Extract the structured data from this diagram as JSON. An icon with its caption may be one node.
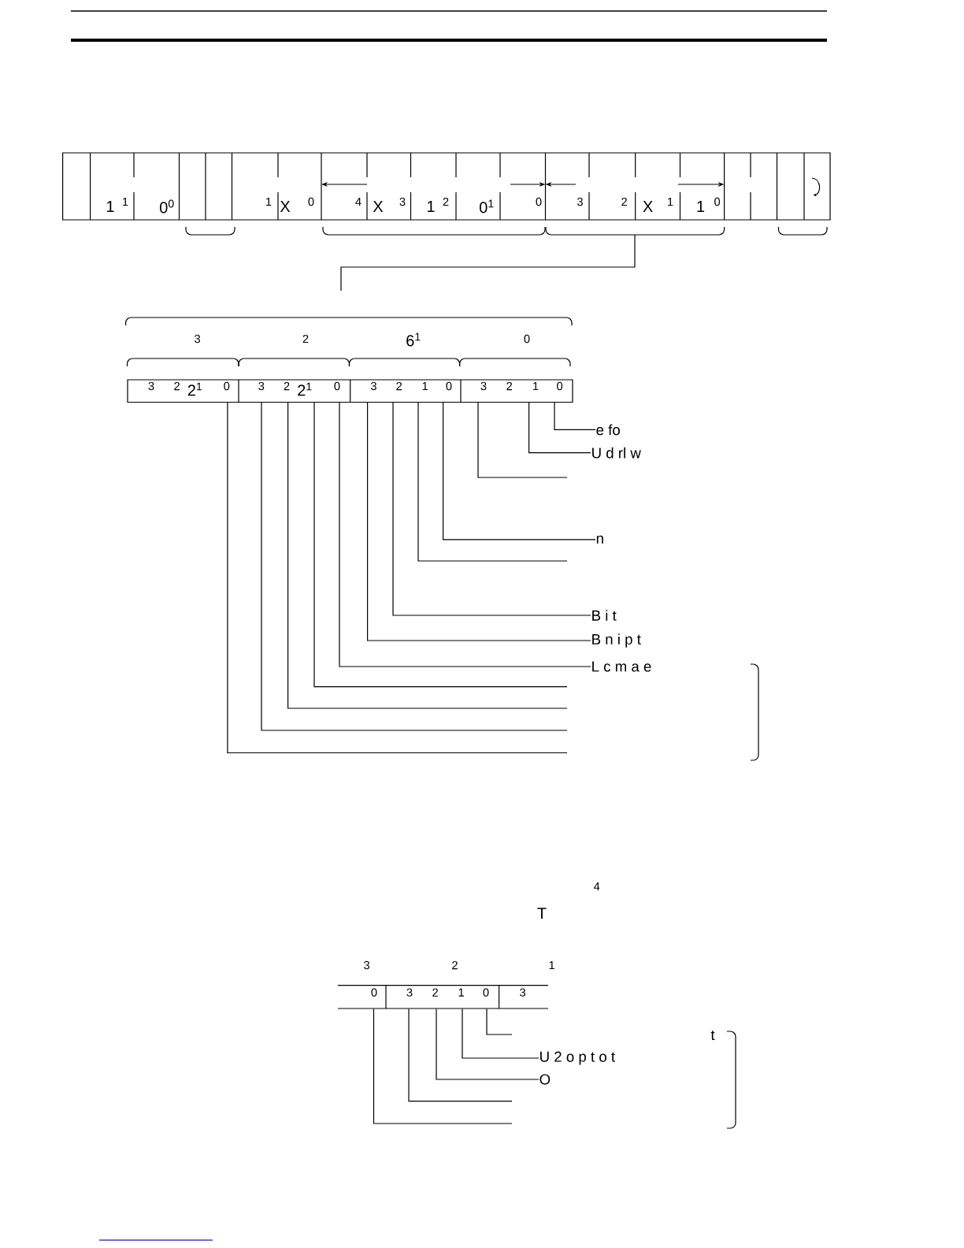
{
  "diagram": {
    "nodes": [
      {
        "text": [
          "1",
          "1",
          "0$^{0}$",
          "1",
          "X",
          "0",
          "4",
          "X",
          "3",
          "1",
          "2",
          "0$^{1}$",
          "0",
          "3",
          "2",
          "X",
          "1",
          "1",
          "0"
        ]
      },
      {
        "text": [
          "3",
          "2",
          "2$^{1}$",
          "0",
          "3",
          "2",
          "2$^{1}$",
          "0",
          "3",
          "2",
          "1",
          "0",
          "3",
          "2",
          "1",
          "0"
        ]
      },
      {
        "text": [
          "0",
          "3",
          "2",
          "1",
          "0",
          "3"
        ]
      },
      {
        "text": [
          "e fo"
        ]
      },
      {
        "text": [
          "U d rl w"
        ]
      },
      {
        "text": [
          "n"
        ]
      },
      {
        "text": [
          "B i t"
        ]
      },
      {
        "text": [
          "B n i p t"
        ]
      },
      {
        "text": [
          "L c m a e"
        ]
      },
      {
        "text": [
          "U 2 o p t o t"
        ]
      },
      {
        "text": [
          "O"
        ]
      }
    ],
    "edges": [
      {
        "from": 1,
        "to": 3,
        "arrow": "none"
      },
      {
        "from": 1,
        "to": 4,
        "arrow": "none"
      },
      {
        "from": 1,
        "to": null,
        "arrow": "none"
      },
      {
        "from": 1,
        "to": 5,
        "arrow": "none"
      },
      {
        "from": 1,
        "to": null,
        "arrow": "none"
      },
      {
        "from": 1,
        "to": 6,
        "arrow": "none"
      },
      {
        "from": 1,
        "to": 7,
        "arrow": "none"
      },
      {
        "from": 1,
        "to": 8,
        "arrow": "none"
      },
      {
        "from": 1,
        "to": null,
        "arrow": "none"
      },
      {
        "from": 1,
        "to": null,
        "arrow": "none"
      },
      {
        "from": 1,
        "to": null,
        "arrow": "none"
      },
      {
        "from": 1,
        "to": null,
        "arrow": "none"
      },
      {
        "from": 2,
        "to": null,
        "arrow": "none"
      },
      {
        "from": 2,
        "to": 9,
        "arrow": "none"
      },
      {
        "from": 2,
        "to": 10,
        "arrow": "none"
      },
      {
        "from": 2,
        "to": null,
        "arrow": "none"
      },
      {
        "from": 2,
        "to": null,
        "arrow": "none"
      }
    ],
    "labels": [
      "3",
      "2",
      "6$^{1}$",
      "0",
      "4",
      "T",
      "3",
      "2",
      "1",
      "t"
    ]
  }
}
